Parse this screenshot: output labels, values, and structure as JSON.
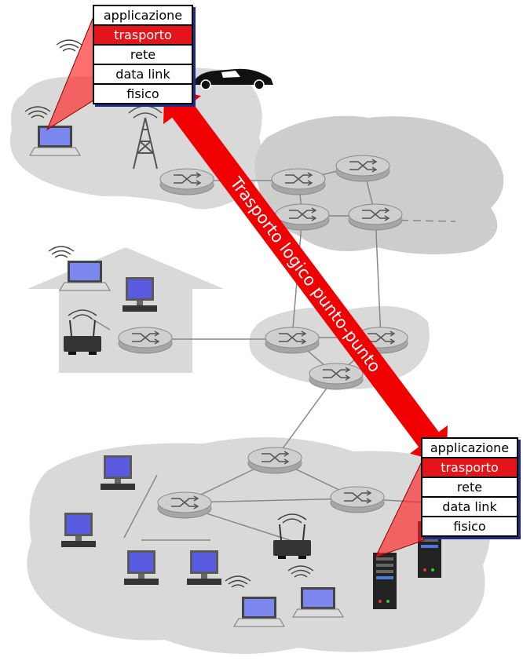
{
  "diagram": {
    "arrow_label": "Trasporto logico punto-punto",
    "colors": {
      "arrow": "#f00000",
      "highlight_layer": "#e3141a",
      "cloud": "#d9d9d9",
      "stack_shadow": "#1f2a8a"
    },
    "top_host": {
      "layers": [
        "applicazione",
        "trasporto",
        "rete",
        "data link",
        "fisico"
      ],
      "highlighted": "trasporto"
    },
    "bottom_host": {
      "layers": [
        "applicazione",
        "trasporto",
        "rete",
        "data link",
        "fisico"
      ],
      "highlighted": "trasporto"
    },
    "icons": [
      "router-icon",
      "laptop-icon",
      "desktop-icon",
      "server-icon",
      "wifi-router-icon",
      "cell-tower-icon",
      "car-icon",
      "house-icon"
    ]
  }
}
